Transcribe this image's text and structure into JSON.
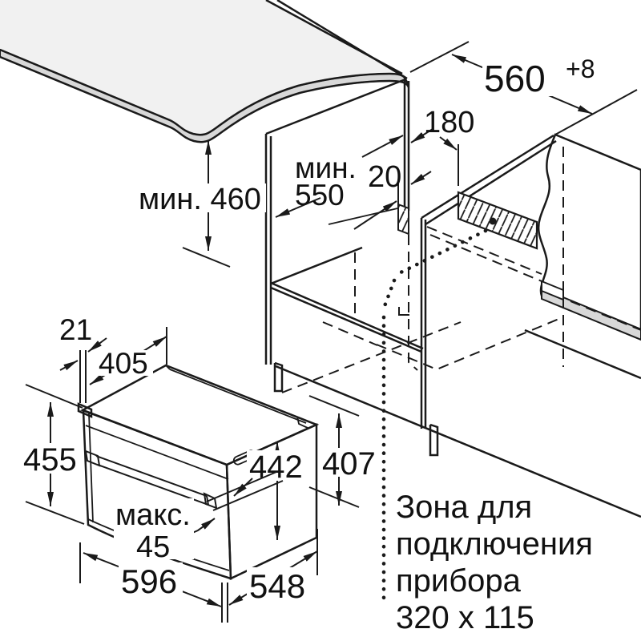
{
  "diagram": {
    "title_semantic": "built-in oven installation dimensions",
    "labels": {
      "min_height": "мин. 460",
      "min_depth_line1": "мин.",
      "min_depth_line2": "550",
      "niche_width": "560",
      "niche_width_tolerance": "+8",
      "dim_180": "180",
      "dim_20": "20",
      "dim_21": "21",
      "dim_405": "405",
      "dim_455": "455",
      "dim_442": "442",
      "max_line1": "макс.",
      "max_line2": "45",
      "dim_596": "596",
      "dim_548": "548",
      "dim_407": "407",
      "connection_zone_line1": "Зона для",
      "connection_zone_line2": "подключения",
      "connection_zone_line3": "прибора",
      "connection_zone_line4": "320 x 115"
    },
    "colors": {
      "line": "#1a1a1a",
      "surface": "#f1f1f1",
      "edge_band": "#d8d8d8",
      "panel": "#ededed"
    }
  }
}
